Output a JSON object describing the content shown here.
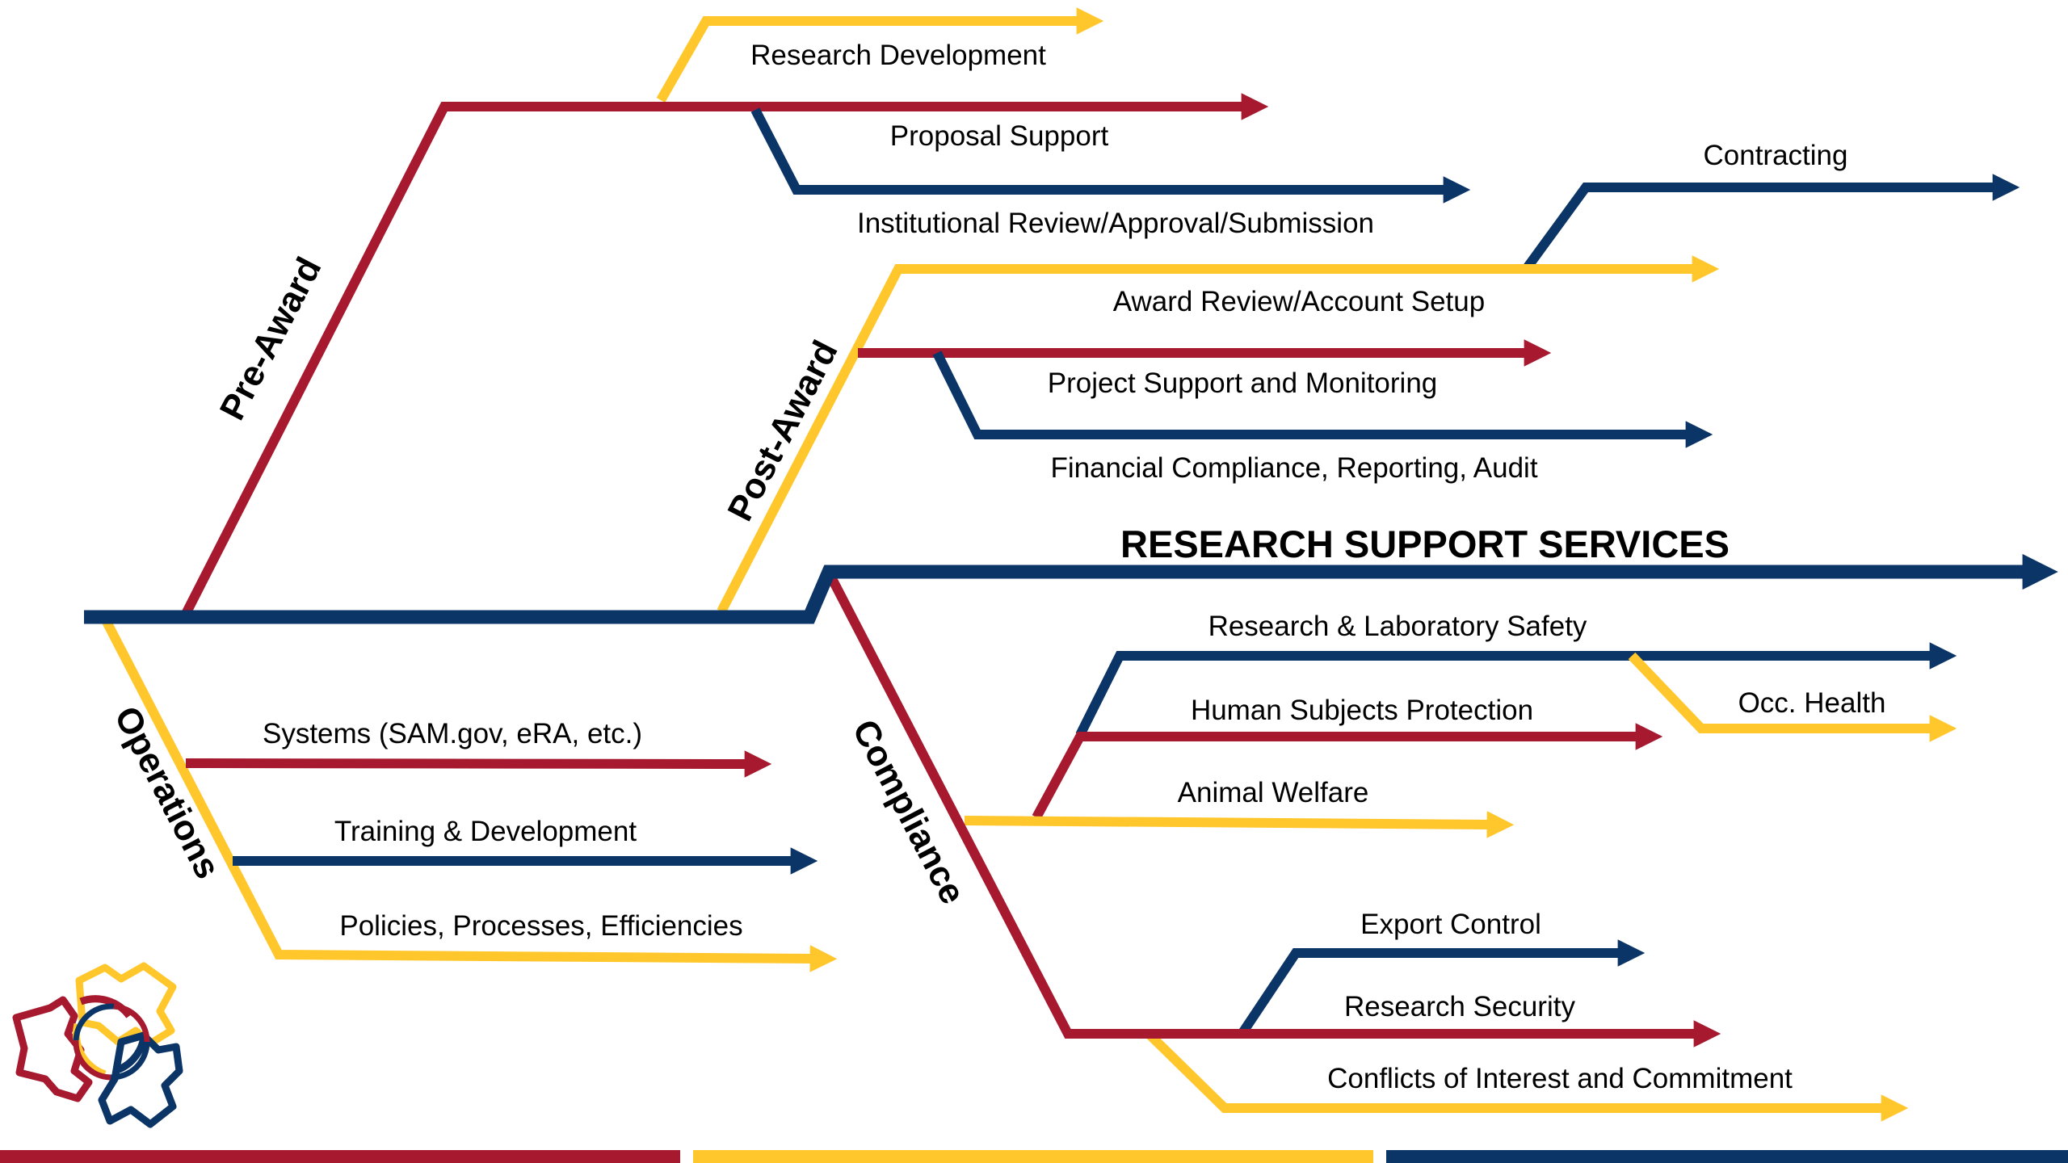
{
  "colors": {
    "red": "#A6192E",
    "yellow": "#FFC72C",
    "navy": "#0B3467"
  },
  "diagram": {
    "title": "RESEARCH SUPPORT SERVICES",
    "branches": {
      "pre_award": "Pre-Award",
      "post_award": "Post-Award",
      "operations": "Operations",
      "compliance": "Compliance"
    },
    "items": {
      "research_development": "Research Development",
      "proposal_support": "Proposal Support",
      "institutional_review": "Institutional Review/Approval/Submission",
      "contracting": "Contracting",
      "award_review": "Award Review/Account Setup",
      "project_support": "Project Support and Monitoring",
      "financial_compliance": "Financial Compliance, Reporting, Audit",
      "systems": "Systems (SAM.gov, eRA, etc.)",
      "training": "Training & Development",
      "policies": "Policies, Processes, Efficiencies",
      "lab_safety": "Research & Laboratory Safety",
      "occ_health": "Occ. Health",
      "human_subjects": "Human Subjects Protection",
      "animal_welfare": "Animal Welfare",
      "export_control": "Export Control",
      "research_security": "Research Security",
      "conflicts": "Conflicts of Interest and Commitment"
    }
  },
  "logo": {
    "icon": "university-seal-logo-icon"
  }
}
